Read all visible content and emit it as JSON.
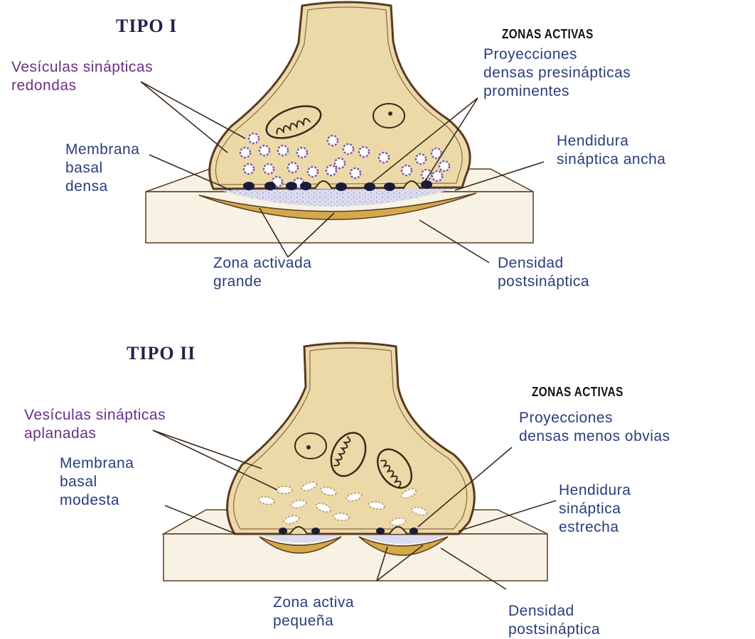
{
  "colors": {
    "terminal_fill": "#ecd9a8",
    "outline": "#5a3a22",
    "vesicle": "#7b5fb0",
    "density": "#1a1a3a",
    "postsynaptic": "#d4a94a",
    "cleft": "#dcdcf0",
    "block": "#f7f2e4",
    "purple_text": "#6b2f86",
    "blue_text": "#2a3d7c"
  },
  "type1": {
    "title": "TIPO I",
    "zonas_activas": "ZONAS ACTIVAS",
    "vesiculas": [
      "Vesículas sinápticas",
      "redondas"
    ],
    "proyecciones": [
      "Proyecciones",
      "densas presinápticas",
      "prominentes"
    ],
    "membrana": [
      "Membrana",
      "basal",
      "densa"
    ],
    "hendidura": [
      "Hendidura",
      "sináptica ancha"
    ],
    "zona": [
      "Zona activada",
      "grande"
    ],
    "densidad": [
      "Densidad",
      "postsináptica"
    ]
  },
  "type2": {
    "title": "TIPO II",
    "zonas_activas": "ZONAS ACTIVAS",
    "vesiculas": [
      "Vesículas sinápticas",
      "aplanadas"
    ],
    "proyecciones": [
      "Proyecciones",
      "densas menos obvias"
    ],
    "membrana": [
      "Membrana",
      "basal",
      "modesta"
    ],
    "hendidura": [
      "Hendidura",
      "sináptica",
      "estrecha"
    ],
    "zona": [
      "Zona activa",
      "pequeña"
    ],
    "densidad": [
      "Densidad",
      "postsináptica"
    ]
  }
}
